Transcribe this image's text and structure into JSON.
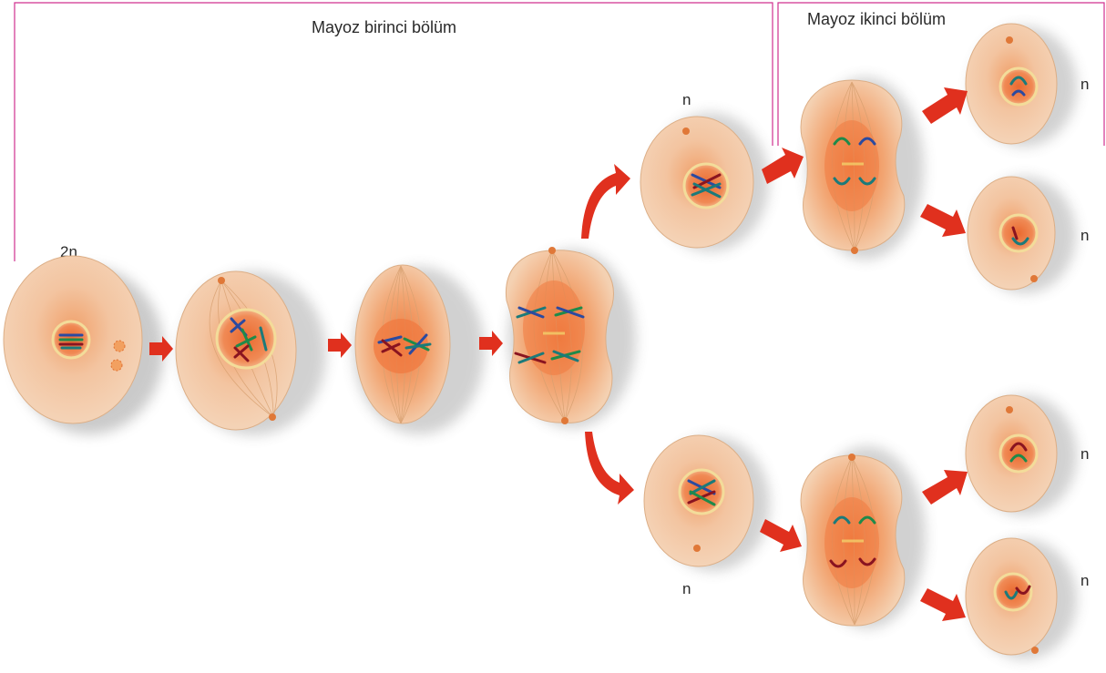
{
  "stages": {
    "meiosis_one_label": "Mayoz birinci bölüm",
    "meiosis_two_label": "Mayoz ikinci bölüm"
  },
  "ploidy": {
    "diploid": "2n",
    "haploid": "n"
  },
  "colors": {
    "bracket": "#d0308f",
    "arrow": "#e0301e",
    "cell_fill": "#f1c7a2",
    "cell_edge": "#d9a37a",
    "nucleus": "#e77a42",
    "chromosome_blue": "#2b4aa0",
    "chromosome_green": "#1f8a4a",
    "chromosome_red": "#8a1420",
    "chromosome_teal": "#1c7a7a"
  }
}
